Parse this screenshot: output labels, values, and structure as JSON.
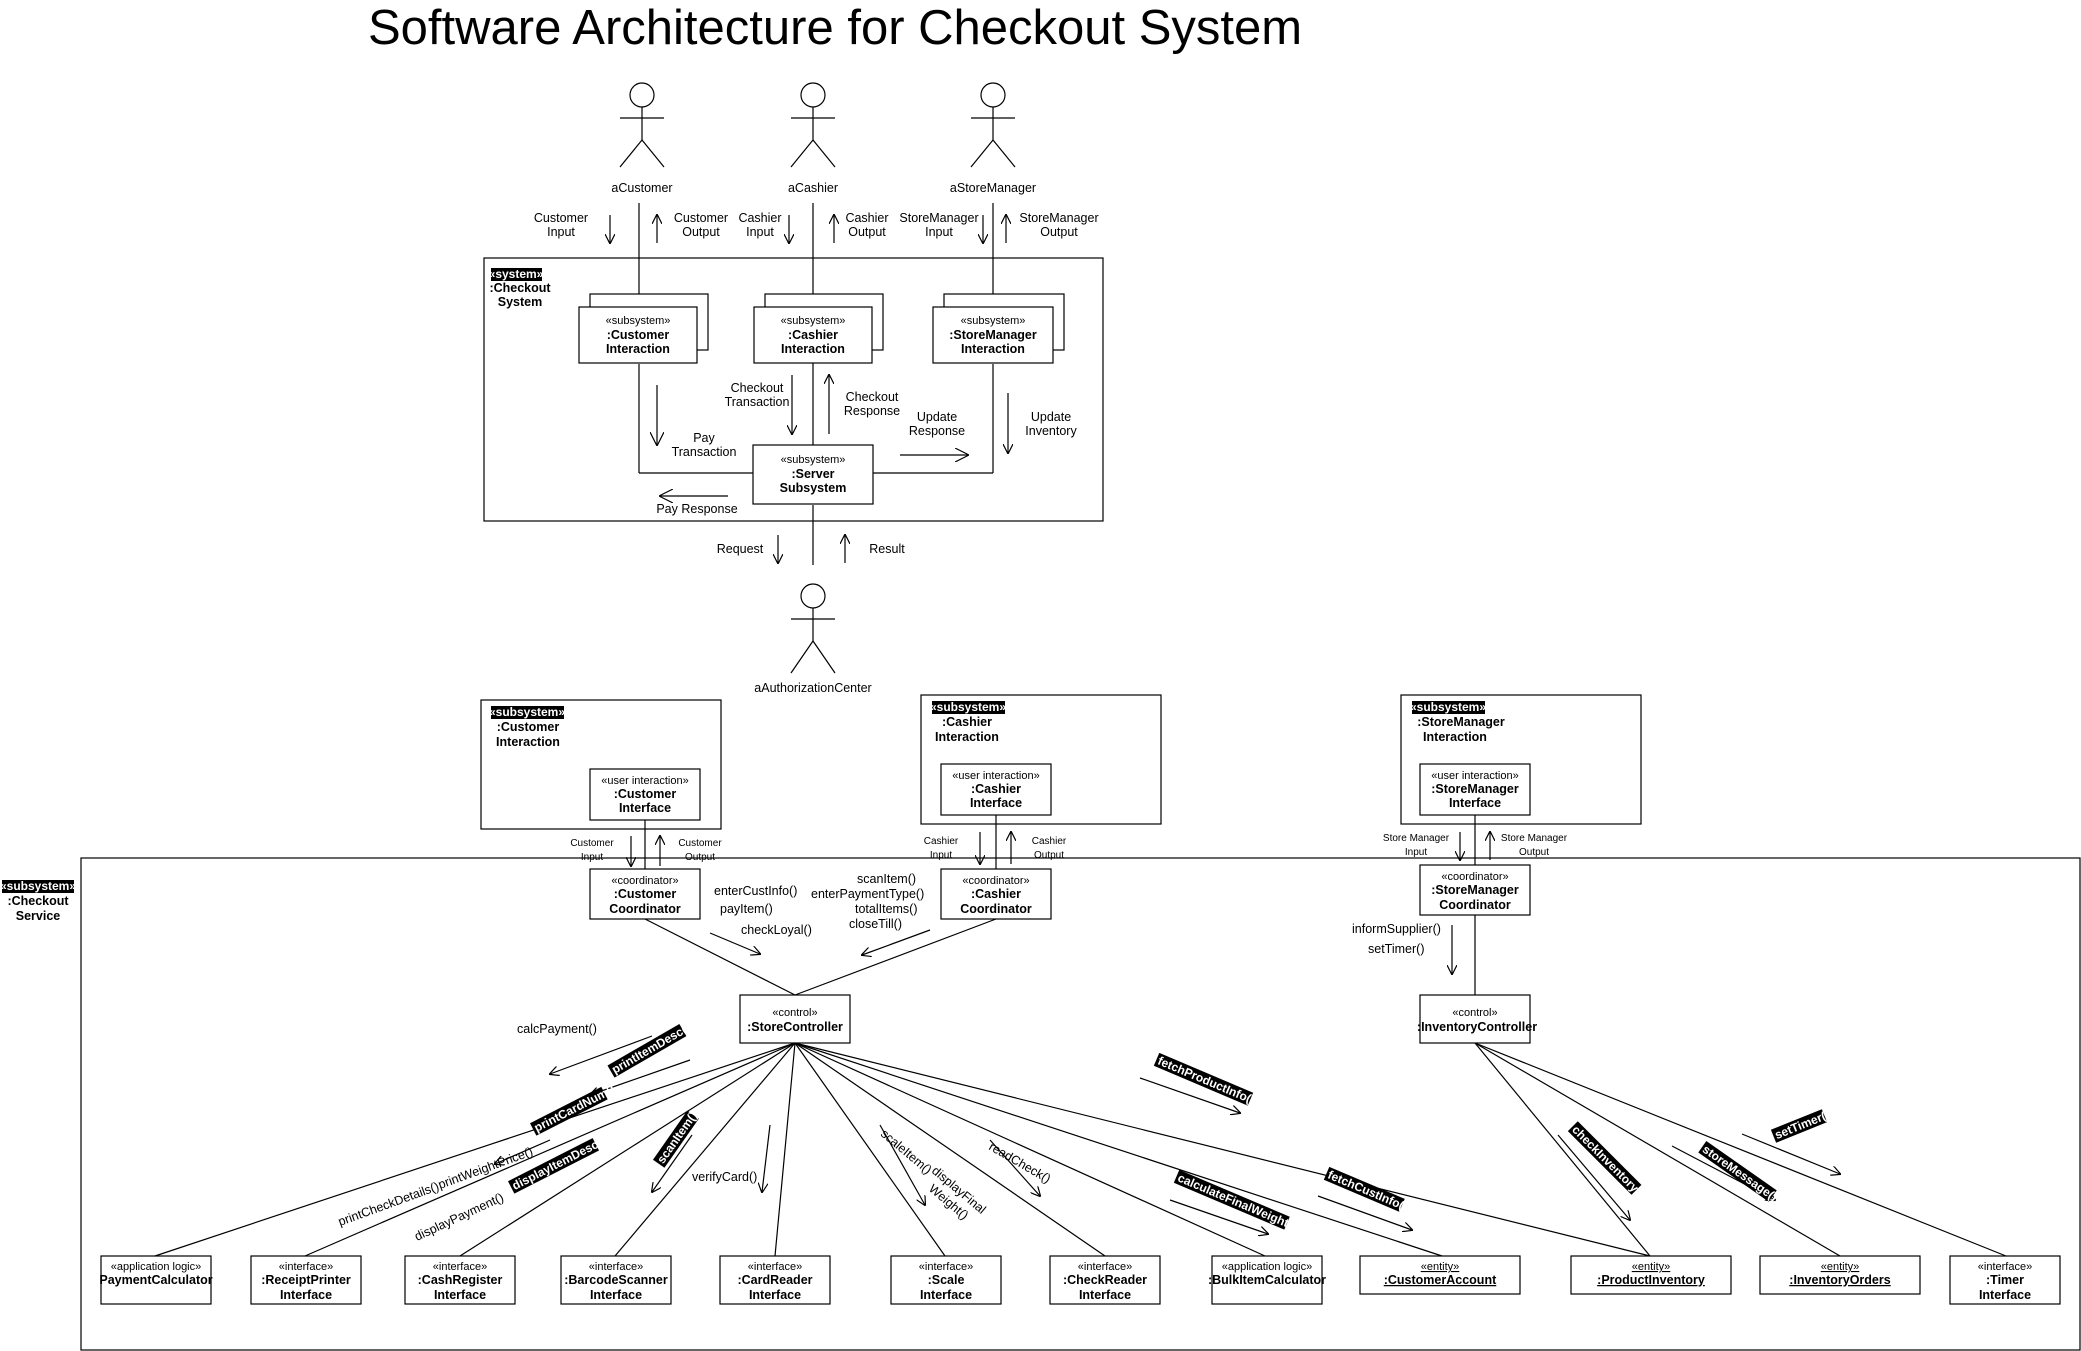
{
  "title": "Software Architecture for Checkout System",
  "actors": {
    "customer": "aCustomer",
    "cashier": "aCashier",
    "store_manager": "aStoreManager",
    "authorization_center": "aAuthorizationCenter"
  },
  "system_box": {
    "stereotype": "«system»",
    "name_line1": ":Checkout",
    "name_line2": "System"
  },
  "subsystems": {
    "customer_interaction": {
      "stereotype": "«subsystem»",
      "line1": ":Customer",
      "line2": "Interaction"
    },
    "cashier_interaction": {
      "stereotype": "«subsystem»",
      "line1": ":Cashier",
      "line2": "Interaction"
    },
    "storemanager_interaction": {
      "stereotype": "«subsystem»",
      "line1": ":StoreManager",
      "line2": "Interaction"
    },
    "server": {
      "stereotype": "«subsystem»",
      "line1": ":Server",
      "line2": "Subsystem"
    }
  },
  "top_flows": {
    "customer_input_1": "Customer",
    "customer_input_2": "Input",
    "customer_output_1": "Customer",
    "customer_output_2": "Output",
    "cashier_input_1": "Cashier",
    "cashier_input_2": "Input",
    "cashier_output_1": "Cashier",
    "cashier_output_2": "Output",
    "sm_input_1": "StoreManager",
    "sm_input_2": "Input",
    "sm_output_1": "StoreManager",
    "sm_output_2": "Output",
    "checkout_tx_1": "Checkout",
    "checkout_tx_2": "Transaction",
    "checkout_resp_1": "Checkout",
    "checkout_resp_2": "Response",
    "pay_tx_1": "Pay",
    "pay_tx_2": "Transaction",
    "update_resp_1": "Update",
    "update_resp_2": "Response",
    "update_inv_1": "Update",
    "update_inv_2": "Inventory",
    "pay_response": "Pay Response",
    "request": "Request",
    "result": "Result"
  },
  "lower_subsystems": {
    "customer": {
      "stereotype": "«subsystem»",
      "line1": ":Customer",
      "line2": "Interaction",
      "inner_stereotype": "«user interaction»",
      "inner_line1": ":Customer",
      "inner_line2": "Interface"
    },
    "cashier": {
      "stereotype": "«subsystem»",
      "line1": ":Cashier",
      "line2": "Interaction",
      "inner_stereotype": "«user interaction»",
      "inner_line1": ":Cashier",
      "inner_line2": "Interface"
    },
    "storemanager": {
      "stereotype": "«subsystem»",
      "line1": ":StoreManager",
      "line2": "Interaction",
      "inner_stereotype": "«user interaction»",
      "inner_line1": ":StoreManager",
      "inner_line2": "Interface"
    }
  },
  "service_box": {
    "stereotype": "«subsystem»",
    "line1": ":Checkout",
    "line2": "Service"
  },
  "small_flows": {
    "customer_input_1": "Customer",
    "customer_input_2": "Input",
    "customer_output_1": "Customer",
    "customer_output_2": "Output",
    "cashier_input_1": "Cashier",
    "cashier_input_2": "Input",
    "cashier_output_1": "Cashier",
    "cashier_output_2": "Output",
    "sm_input_1": "Store Manager",
    "sm_input_2": "Input",
    "sm_output_1": "Store Manager",
    "sm_output_2": "Output"
  },
  "coordinators": {
    "customer": {
      "stereotype": "«coordinator»",
      "line1": ":Customer",
      "line2": "Coordinator"
    },
    "cashier": {
      "stereotype": "«coordinator»",
      "line1": ":Cashier",
      "line2": "Coordinator"
    },
    "storemanager": {
      "stereotype": "«coordinator»",
      "line1": ":StoreManager",
      "line2": "Coordinator"
    }
  },
  "controls": {
    "store": {
      "stereotype": "«control»",
      "line1": ":StoreController"
    },
    "inventory": {
      "stereotype": "«control»",
      "line1": ":InventoryController"
    }
  },
  "messages": {
    "enter_cust_info": "enterCustInfo()",
    "pay_item": "payItem()",
    "check_loyal": "checkLoyal()",
    "scan_item": "scanItem()",
    "enter_payment_type": "enterPaymentType()",
    "total_items": "totalItems()",
    "close_till": "closeTill()",
    "inform_supplier": "informSupplier()",
    "set_timer_plain": "setTimer()",
    "calc_payment": "calcPayment()",
    "print_item_desc": "printItemDesc()",
    "print_card_num": "printCardNum()",
    "print_check_details": "printCheckDetails()",
    "print_weight_price": "printWeightPrice()",
    "display_item_desc": "displayItemDesc()",
    "display_payment": "displayPayment()",
    "scan_item_hl": "scanItem()",
    "verify_card": "verifyCard()",
    "scale_item": "scaleItem()",
    "display_final_weight_1": "displayFinal",
    "display_final_weight_2": "Weight()",
    "read_check": "readCheck()",
    "fetch_product_info": "fetchProductInfo()",
    "calculate_final_weight": "calculateFinalWeight()",
    "fetch_cust_info": "fetchCustInfo()",
    "check_inventory": "checkInventory()",
    "store_message": "storeMessage()",
    "set_timer_hl": "setTimer()"
  },
  "bottom_components": [
    {
      "stereotype": "«application logic»",
      "line1": "PaymentCalculator",
      "line2": "",
      "entity": false
    },
    {
      "stereotype": "«interface»",
      "line1": ":ReceiptPrinter",
      "line2": "Interface",
      "entity": false
    },
    {
      "stereotype": "«interface»",
      "line1": ":CashRegister",
      "line2": "Interface",
      "entity": false
    },
    {
      "stereotype": "«interface»",
      "line1": ":BarcodeScanner",
      "line2": "Interface",
      "entity": false
    },
    {
      "stereotype": "«interface»",
      "line1": ":CardReader",
      "line2": "Interface",
      "entity": false
    },
    {
      "stereotype": "«interface»",
      "line1": ":Scale",
      "line2": "Interface",
      "entity": false
    },
    {
      "stereotype": "«interface»",
      "line1": ":CheckReader",
      "line2": "Interface",
      "entity": false
    },
    {
      "stereotype": "«application logic»",
      "line1": ":BulkItemCalculator",
      "line2": "",
      "entity": false
    },
    {
      "stereotype": "«entity»",
      "line1": ":CustomerAccount",
      "line2": "",
      "entity": true
    },
    {
      "stereotype": "«entity»",
      "line1": ":ProductInventory",
      "line2": "",
      "entity": true
    },
    {
      "stereotype": "«entity»",
      "line1": ":InventoryOrders",
      "line2": "",
      "entity": true
    },
    {
      "stereotype": "«interface»",
      "line1": ":Timer",
      "line2": "Interface",
      "entity": false
    }
  ]
}
